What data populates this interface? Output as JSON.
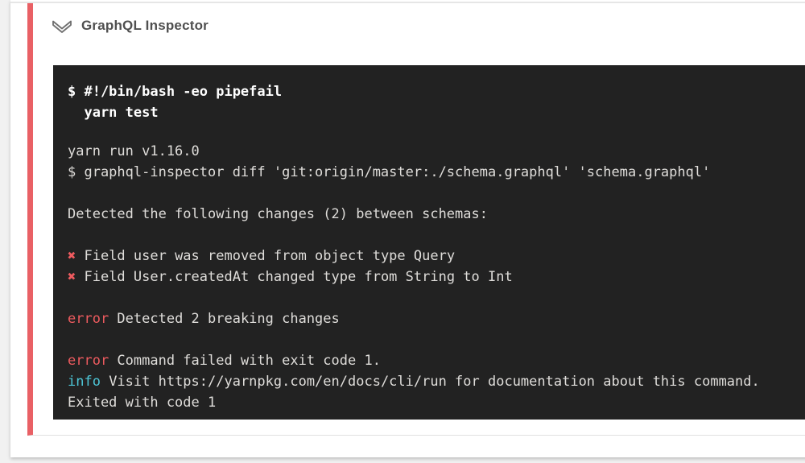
{
  "colors": {
    "page_bg": "#f1f1f1",
    "accent_red": "#e96065",
    "error_red": "#ee5b5f",
    "info_cyan": "#4dc5d6",
    "terminal_bg": "#222222",
    "terminal_text": "#dfddda"
  },
  "header": {
    "title": "GraphQL Inspector",
    "collapse_icon": "chevron-double-down-icon"
  },
  "terminal": {
    "command_lines": [
      [
        {
          "t": "$ #!/bin/bash -eo pipefail",
          "s": "bold"
        }
      ],
      [
        {
          "t": "  yarn test",
          "s": "bold"
        }
      ]
    ],
    "output_lines": [
      [
        {
          "t": "yarn run v1.16.0",
          "s": "plain"
        }
      ],
      [
        {
          "t": "$ graphql-inspector diff 'git:origin/master:./schema.graphql' 'schema.graphql'",
          "s": "plain"
        }
      ],
      [],
      [
        {
          "t": "Detected the following changes (2) between schemas:",
          "s": "plain"
        }
      ],
      [],
      [
        {
          "t": "✖",
          "s": "red"
        },
        {
          "t": " Field user was removed from object type Query",
          "s": "plain"
        }
      ],
      [
        {
          "t": "✖",
          "s": "red"
        },
        {
          "t": " Field User.createdAt changed type from String to Int",
          "s": "plain"
        }
      ],
      [],
      [
        {
          "t": "error",
          "s": "red"
        },
        {
          "t": " Detected 2 breaking changes",
          "s": "plain"
        }
      ],
      [],
      [
        {
          "t": "error",
          "s": "red"
        },
        {
          "t": " Command failed with exit code 1.",
          "s": "plain"
        }
      ],
      [
        {
          "t": "info",
          "s": "cyan"
        },
        {
          "t": " Visit https://yarnpkg.com/en/docs/cli/run for documentation about this command.",
          "s": "plain"
        }
      ],
      [
        {
          "t": "Exited with code 1",
          "s": "plain"
        }
      ]
    ]
  }
}
